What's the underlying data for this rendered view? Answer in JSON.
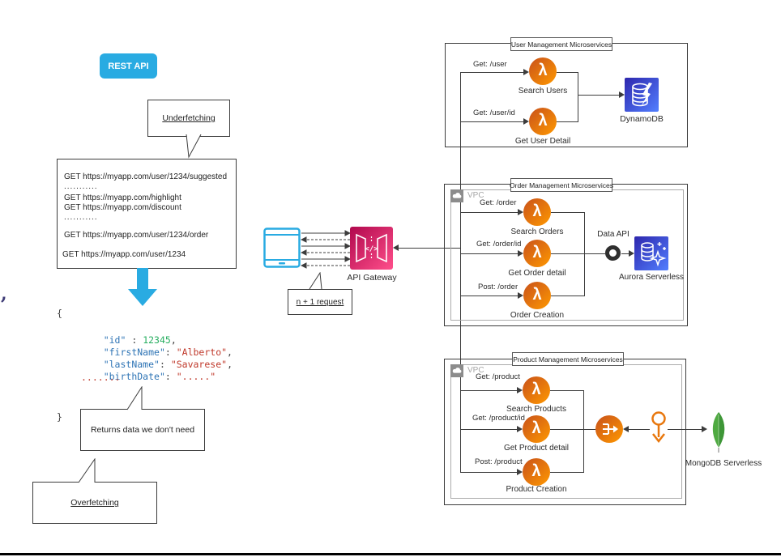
{
  "colors": {
    "accent_blue": "#29ABE2",
    "lambda_orange_start": "#C8511B",
    "lambda_orange_end": "#FF9900",
    "gateway_pink_start": "#B0084D",
    "gateway_pink_end": "#FF4F8B",
    "database_blue_start": "#2E27AD",
    "database_blue_end": "#527FFF",
    "mongo_green": "#4FAA41",
    "code_key_blue": "#2E74B5",
    "code_string_red": "#C0392B",
    "code_number_green": "#27AE60"
  },
  "rest_api_badge": "REST API",
  "stray_glyph": ",",
  "callouts": {
    "underfetching": "Underfetching",
    "returns_data": "Returns data we don't need",
    "overfetching": "Overfetching",
    "n_plus_1": "n + 1 request"
  },
  "request_box": {
    "lines": [
      "GET https://myapp.com/user/1234/suggested",
      "...........",
      "GET https://myapp.com/highlight",
      "GET https://myapp.com/discount",
      "...........",
      "GET https://myapp.com/user/1234/order",
      "GET https://myapp.com/user/1234"
    ]
  },
  "json_response": {
    "open_brace": "{",
    "lines": [
      {
        "key": "\"id\"",
        "sep": " : ",
        "value": "12345",
        "tail": ","
      },
      {
        "key": "\"firstName\"",
        "sep": ": ",
        "value": "\"Alberto\"",
        "tail": ","
      },
      {
        "key": "\"lastName\"",
        "sep": ": ",
        "value": "\"Savarese\"",
        "tail": ","
      },
      {
        "key": "\"birthDate\"",
        "sep": ": ",
        "value": "\".....\"",
        "tail": ""
      }
    ],
    "ellipsis": ".......",
    "close_brace": "}"
  },
  "gateway": {
    "label": "API Gateway",
    "glyph": "</>"
  },
  "icons": {
    "lambda_glyph": "λ"
  },
  "groups": {
    "user": {
      "title": "User Management Microservices",
      "routes": [
        {
          "path": "Get: /user",
          "service": "Search Users"
        },
        {
          "path": "Get: /user/id",
          "service": "Get User Detail"
        }
      ],
      "database": "DynamoDB"
    },
    "order": {
      "title": "Order Management Microservices",
      "vpc": "VPC",
      "routes": [
        {
          "path": "Get: /order",
          "service": "Search Orders"
        },
        {
          "path": "Get: /order/id",
          "service": "Get Order detail"
        },
        {
          "path": "Post: /order",
          "service": "Order Creation"
        }
      ],
      "connector": "Data API",
      "database": "Aurora Serverless"
    },
    "product": {
      "title": "Product Management Microservices",
      "vpc": "VPC",
      "routes": [
        {
          "path": "Get: /product",
          "service": "Search Products"
        },
        {
          "path": "Get: /product/id",
          "service": "Get Product detail"
        },
        {
          "path": "Post: /product",
          "service": "Product Creation"
        }
      ],
      "database": "MongoDB Serverless"
    }
  }
}
